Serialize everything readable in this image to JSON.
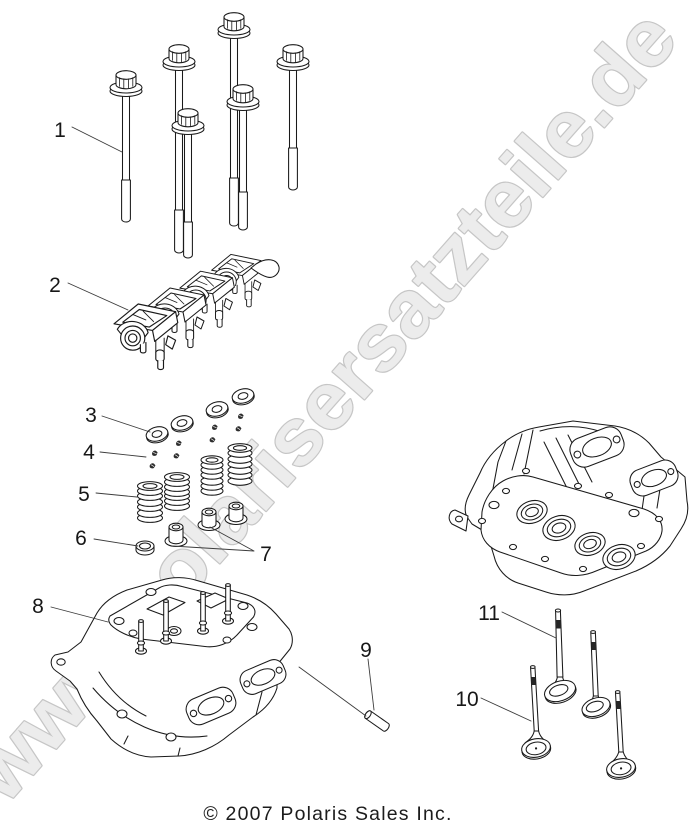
{
  "watermark": {
    "text": "www.polarisersatzteile.de",
    "fill": "#ececec",
    "outline": "#c6c6c6"
  },
  "footer": {
    "copyright": "© 2007 Polaris Sales Inc."
  },
  "callouts": {
    "c1": "1",
    "c2": "2",
    "c3": "3",
    "c4": "4",
    "c5": "5",
    "c6": "6",
    "c7": "7",
    "c8": "8",
    "c9": "9",
    "c10": "10",
    "c11": "11"
  }
}
